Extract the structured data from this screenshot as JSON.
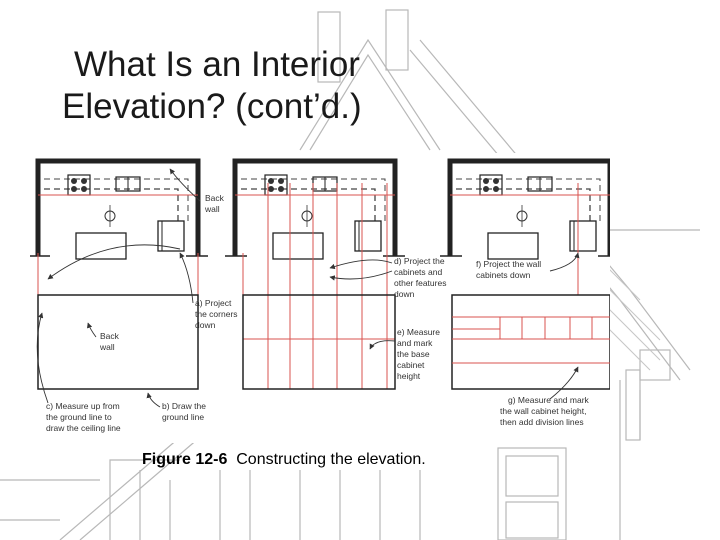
{
  "slide": {
    "title_line1": "What Is an Interior",
    "title_line2": "Elevation? (cont’d.)"
  },
  "figure": {
    "caption_label": "Figure 12-6",
    "caption_text": "Constructing the elevation.",
    "labels": {
      "back_wall_plan": [
        "Back",
        "wall"
      ],
      "back_wall_elev": [
        "Back",
        "wall"
      ],
      "a": [
        "a) Project",
        "the corners",
        "down"
      ],
      "b": [
        "b) Draw the",
        "ground line"
      ],
      "c": [
        "c) Measure up from",
        "the ground line to",
        "draw the ceiling line"
      ],
      "d": [
        "d) Project the",
        "cabinets and",
        "other features",
        "down"
      ],
      "e": [
        "e) Measure",
        "and mark",
        "the base",
        "cabinet",
        "height"
      ],
      "f": [
        "f) Project the wall",
        "cabinets down"
      ],
      "g": [
        "g) Measure and mark",
        "the wall cabinet height,",
        "then add division lines"
      ]
    }
  },
  "colors": {
    "red_line": "#d9534f",
    "wall": "#222222",
    "background_sketch": "#b5b5b5"
  }
}
